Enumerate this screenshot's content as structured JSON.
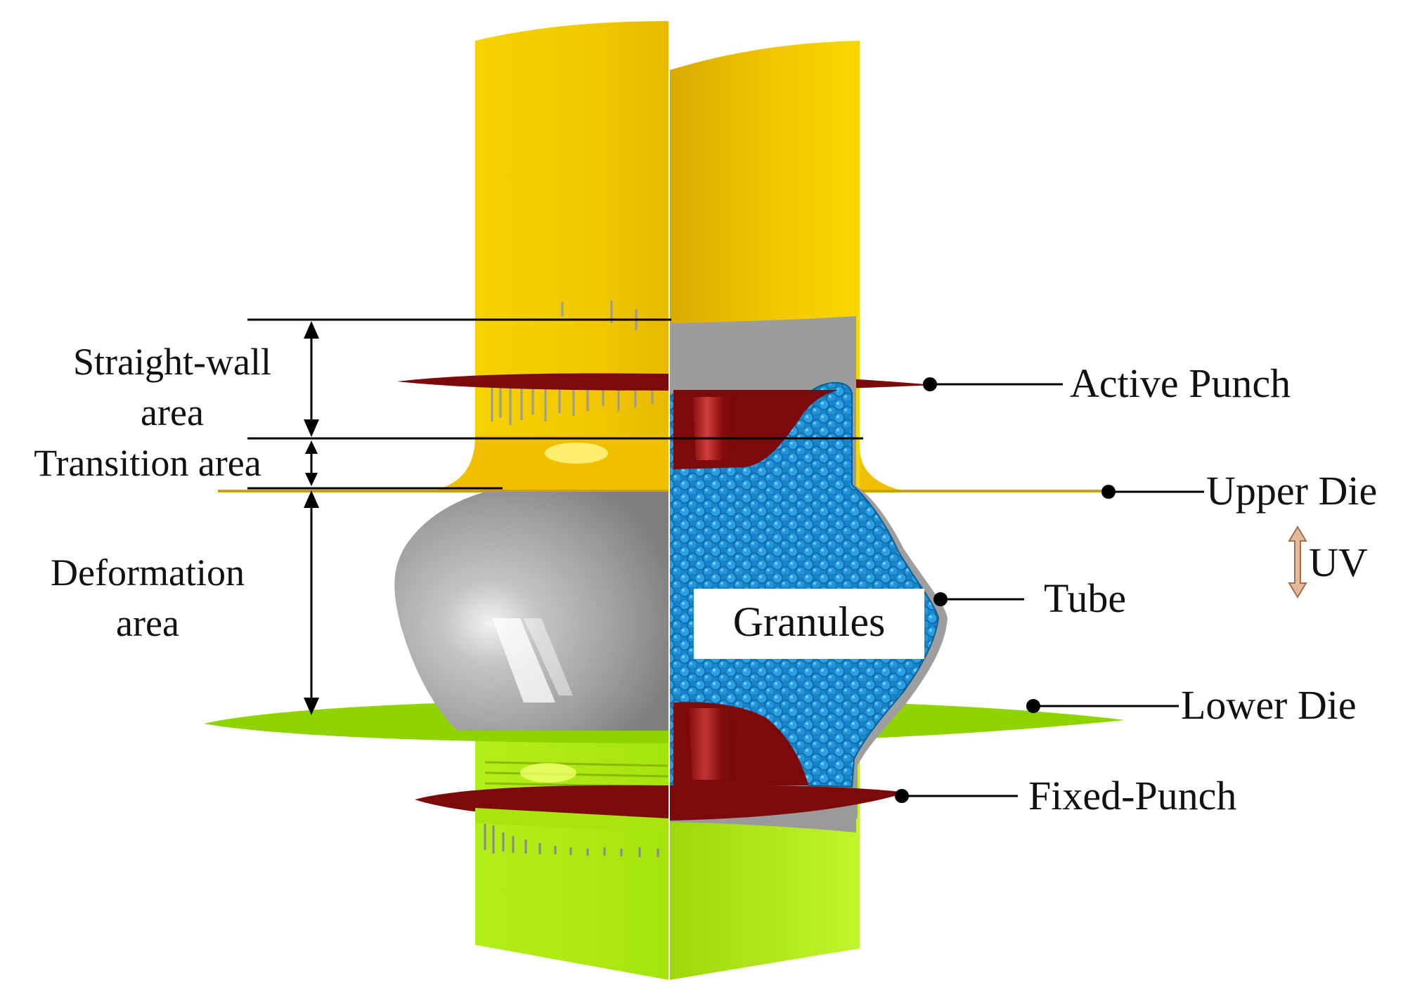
{
  "labels": {
    "straight_wall_line1": "Straight-wall",
    "straight_wall_line2": "area",
    "transition": "Transition area",
    "deformation_line1": "Deformation",
    "deformation_line2": "area",
    "active_punch": "Active Punch",
    "upper_die": "Upper Die",
    "uv": "UV",
    "tube": "Tube",
    "granules": "Granules",
    "lower_die": "Lower Die",
    "fixed_punch": "Fixed-Punch"
  },
  "colors": {
    "upper_die": "#f2c600",
    "upper_die_dark": "#d9a900",
    "lower_die": "#b7ef1e",
    "lower_die_flange": "#8fd400",
    "tube": "#9a9a9a",
    "tube_light": "#c9c9c9",
    "punch": "#7d0a0a",
    "punch_highlight": "#d83a3a",
    "granules": "#1d8fd6",
    "granules_outline": "#0b5e96",
    "uv_arrow": "#e6b89a"
  }
}
